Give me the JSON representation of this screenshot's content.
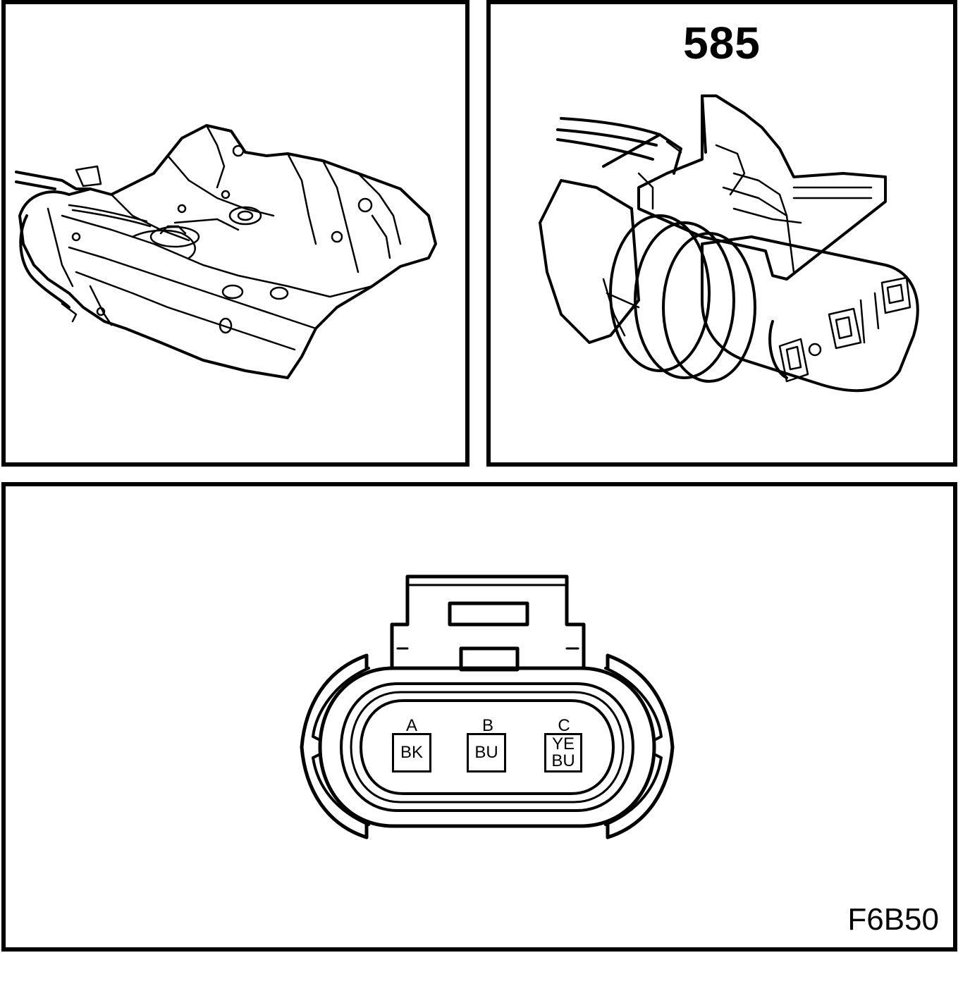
{
  "connector": {
    "number": "585",
    "figure_code": "F6B50",
    "pins": [
      {
        "letter": "A",
        "wire_colors": [
          "BK"
        ]
      },
      {
        "letter": "B",
        "wire_colors": [
          "BU"
        ]
      },
      {
        "letter": "C",
        "wire_colors": [
          "YE",
          "BU"
        ]
      }
    ]
  },
  "colors": {
    "ink": "#000000",
    "paper": "#ffffff"
  }
}
